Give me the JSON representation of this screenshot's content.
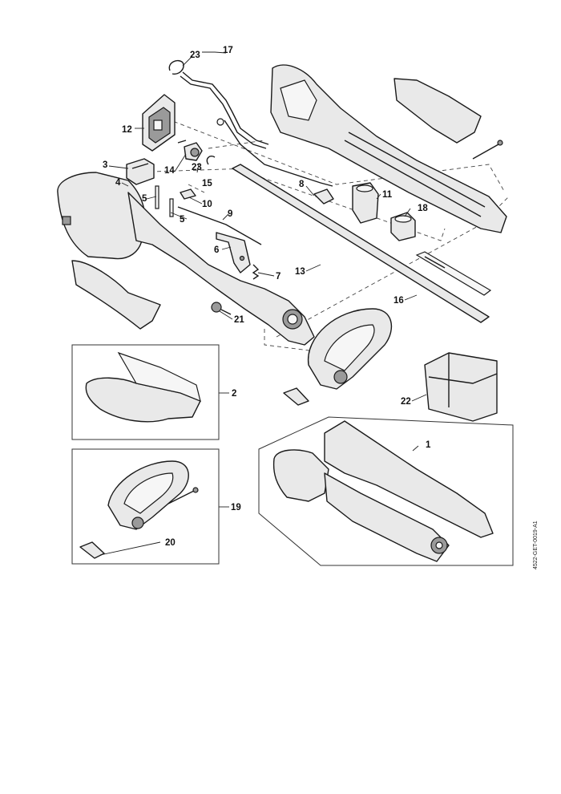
{
  "reference_code": "4522-GET-0019-A1",
  "callouts": {
    "c1": "1",
    "c2": "2",
    "c3": "3",
    "c4": "4",
    "c5a": "5",
    "c5b": "5",
    "c6": "6",
    "c7": "7",
    "c8": "8",
    "c9": "9",
    "c10": "10",
    "c11": "11",
    "c12": "12",
    "c13": "13",
    "c14": "14",
    "c15": "15",
    "c16": "16",
    "c17": "17",
    "c18": "18",
    "c19": "19",
    "c20": "20",
    "c21": "21",
    "c22": "22",
    "c23a": "23",
    "c23b": "23"
  }
}
